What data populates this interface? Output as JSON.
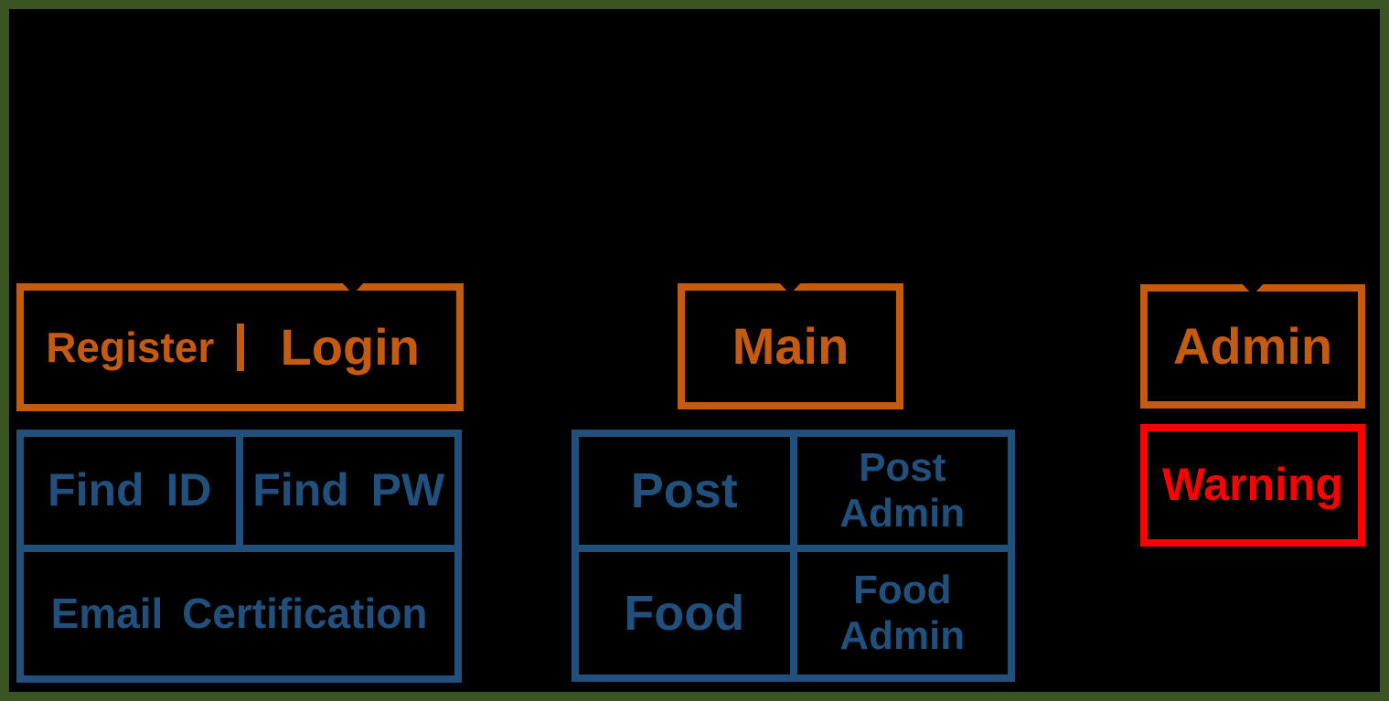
{
  "diagram": {
    "colors": {
      "background": "#000000",
      "frame_border": "#3b5424",
      "orange": "#c55a11",
      "blue": "#21507c",
      "red": "#ff0000"
    },
    "boxes": {
      "register": {
        "label": "Register"
      },
      "login": {
        "label": "Login"
      },
      "find_id": {
        "label": "Find ID"
      },
      "find_pw": {
        "label": "Find PW"
      },
      "email_certification": {
        "label": "Email Certification"
      },
      "main": {
        "label": "Main"
      },
      "post": {
        "label": "Post"
      },
      "post_admin": {
        "label": "Post\nAdmin"
      },
      "food": {
        "label": "Food"
      },
      "food_admin": {
        "label": "Food\nAdmin"
      },
      "admin": {
        "label": "Admin"
      },
      "warning": {
        "label": "Warning"
      }
    }
  }
}
